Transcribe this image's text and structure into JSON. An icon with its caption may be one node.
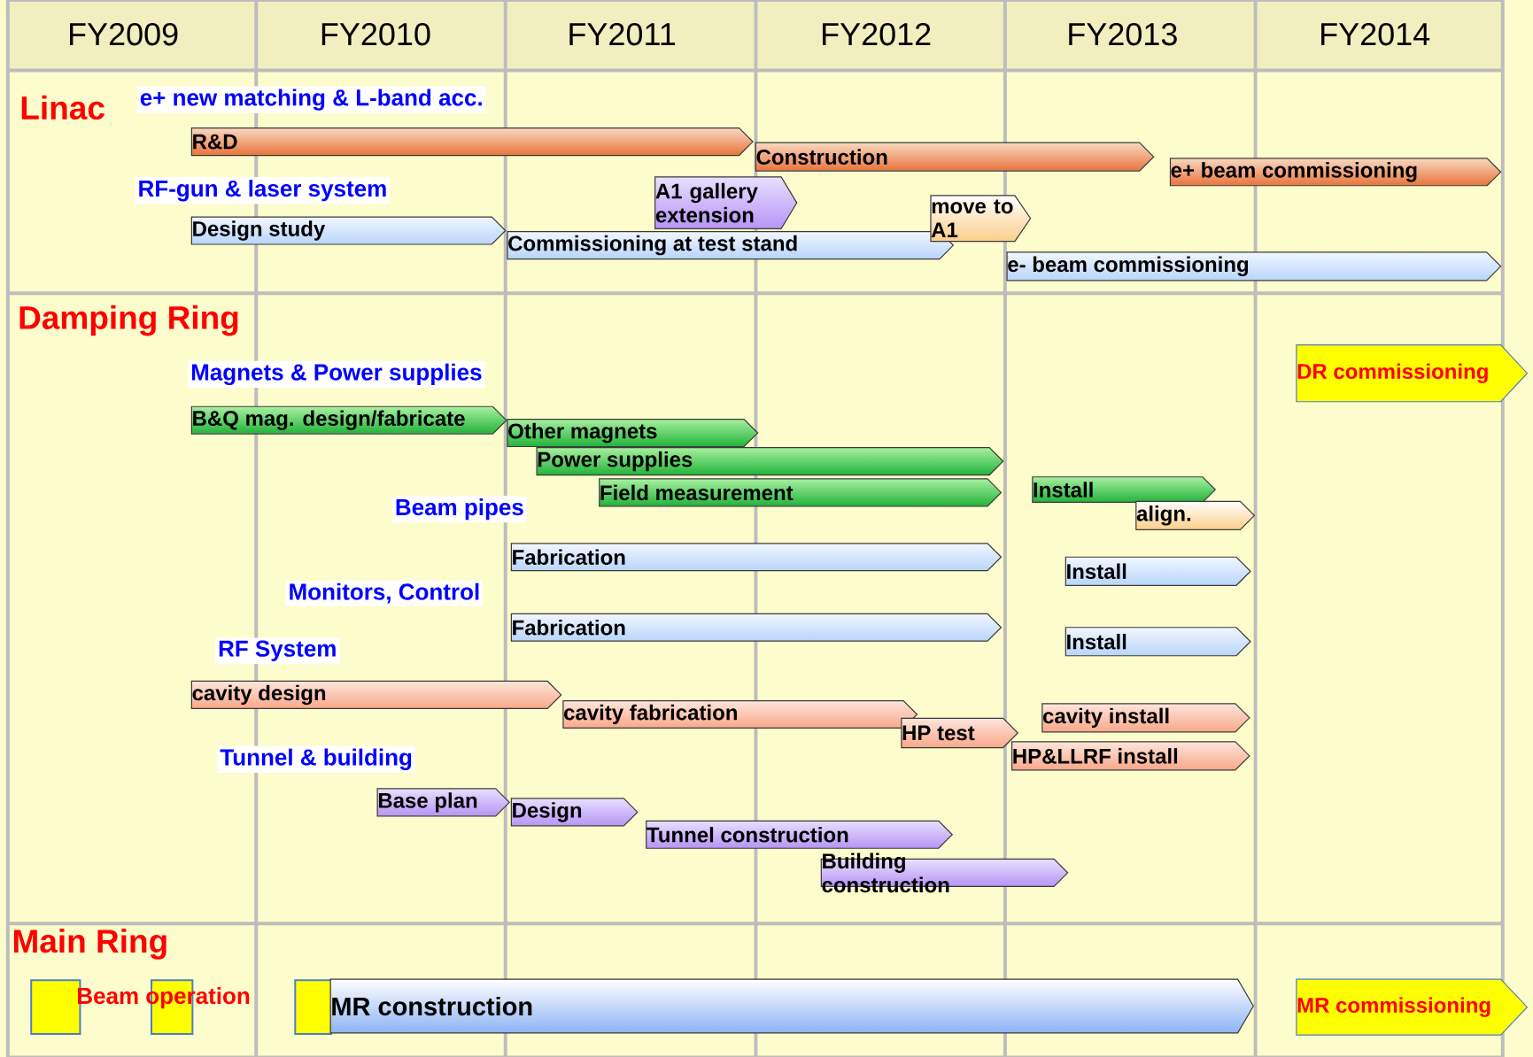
{
  "diagram": {
    "nodes": [
      {
        "text": [
          "R&D"
        ]
      },
      {
        "text": [
          "Construction"
        ]
      },
      {
        "text": [
          "e+ beam commissioning"
        ]
      },
      {
        "text": [
          "Design study"
        ]
      },
      {
        "text": [
          "A1 gallery extension"
        ]
      },
      {
        "text": [
          "Commissioning at test stand"
        ]
      },
      {
        "text": [
          "move to A1"
        ]
      },
      {
        "text": [
          "e- beam commissioning"
        ]
      },
      {
        "text": [
          "DR commissioning"
        ]
      },
      {
        "text": [
          "B&Q mag. design/fabricate"
        ]
      },
      {
        "text": [
          "Other magnets"
        ]
      },
      {
        "text": [
          "Power supplies"
        ]
      },
      {
        "text": [
          "Field measurement"
        ]
      },
      {
        "text": [
          "Install"
        ]
      },
      {
        "text": [
          "align."
        ]
      },
      {
        "text": [
          "Fabrication"
        ]
      },
      {
        "text": [
          "Install"
        ]
      },
      {
        "text": [
          "Fabrication"
        ]
      },
      {
        "text": [
          "Install"
        ]
      },
      {
        "text": [
          "cavity design"
        ]
      },
      {
        "text": [
          "cavity fabrication"
        ]
      },
      {
        "text": [
          "HP test"
        ]
      },
      {
        "text": [
          "cavity install"
        ]
      },
      {
        "text": [
          "HP&LLRF install"
        ]
      },
      {
        "text": [
          "Base plan"
        ]
      },
      {
        "text": [
          "Design"
        ]
      },
      {
        "text": [
          "Tunnel construction"
        ]
      },
      {
        "text": [
          "Building construction"
        ]
      },
      {
        "text": [],
        "shape": "box"
      },
      {
        "text": [],
        "shape": "box"
      },
      {
        "text": [],
        "shape": "box"
      },
      {
        "text": [
          "MR construction"
        ]
      },
      {
        "text": [
          "MR commissioning"
        ]
      }
    ],
    "labels": [
      "FY2009",
      "FY2010",
      "FY2011",
      "FY2012",
      "FY2013",
      "FY2014",
      "Linac",
      "e+ new matching & L-band acc.",
      "RF-gun & laser system",
      "Damping Ring",
      "Magnets & Power supplies",
      "Beam pipes",
      "Monitors, Control",
      "RF System",
      "Tunnel & building",
      "Main Ring",
      "Beam operation"
    ]
  }
}
